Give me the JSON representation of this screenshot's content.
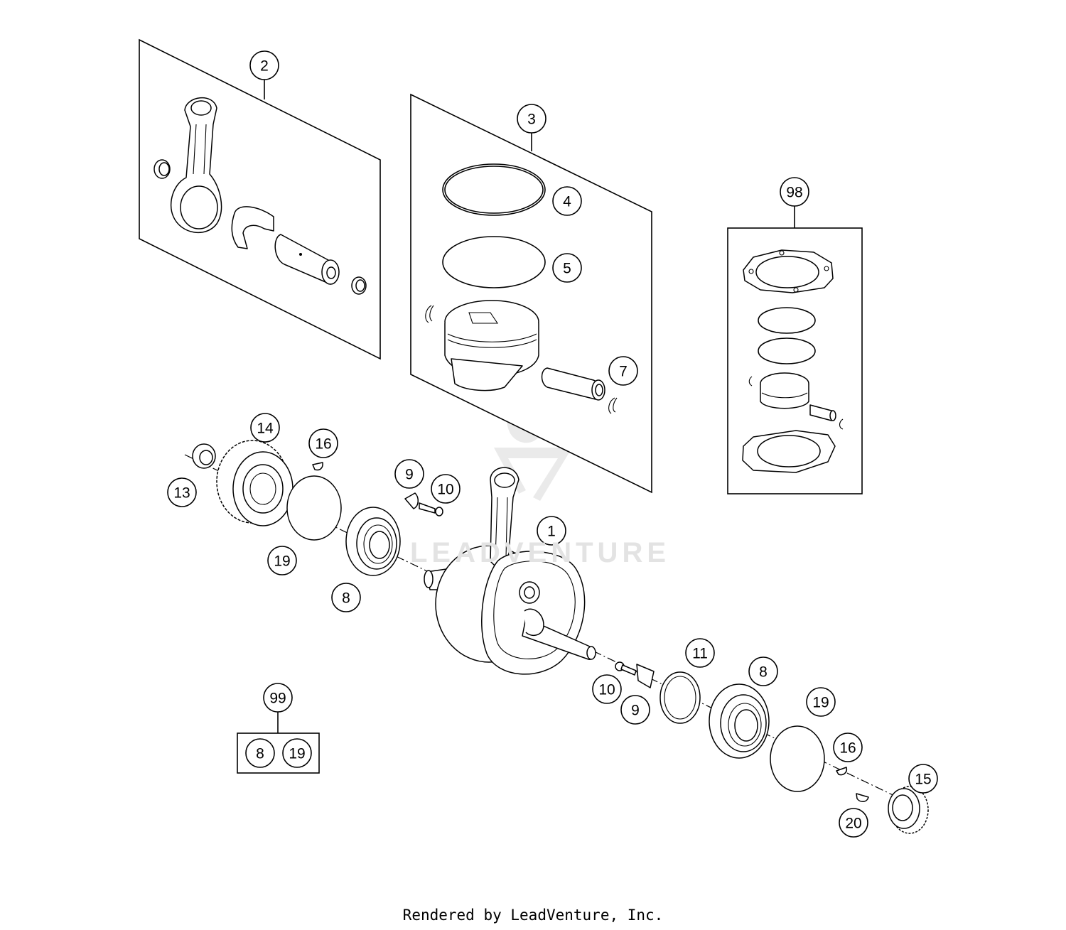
{
  "footer_text": "Rendered by LeadVenture, Inc.",
  "watermark_text": "LEADVENTURE",
  "callouts": {
    "c1": "1",
    "c2": "2",
    "c3": "3",
    "c4": "4",
    "c5": "5",
    "c7": "7",
    "c8a": "8",
    "c8b": "8",
    "c8c": "8",
    "c9a": "9",
    "c9b": "9",
    "c10a": "10",
    "c10b": "10",
    "c11": "11",
    "c13": "13",
    "c14": "14",
    "c15": "15",
    "c16a": "16",
    "c16b": "16",
    "c19a": "19",
    "c19b": "19",
    "c19c": "19",
    "c20": "20",
    "c98": "98",
    "c99": "99"
  },
  "colors": {
    "line": "#000000",
    "background": "#ffffff",
    "watermark": "#e3e3e3"
  }
}
